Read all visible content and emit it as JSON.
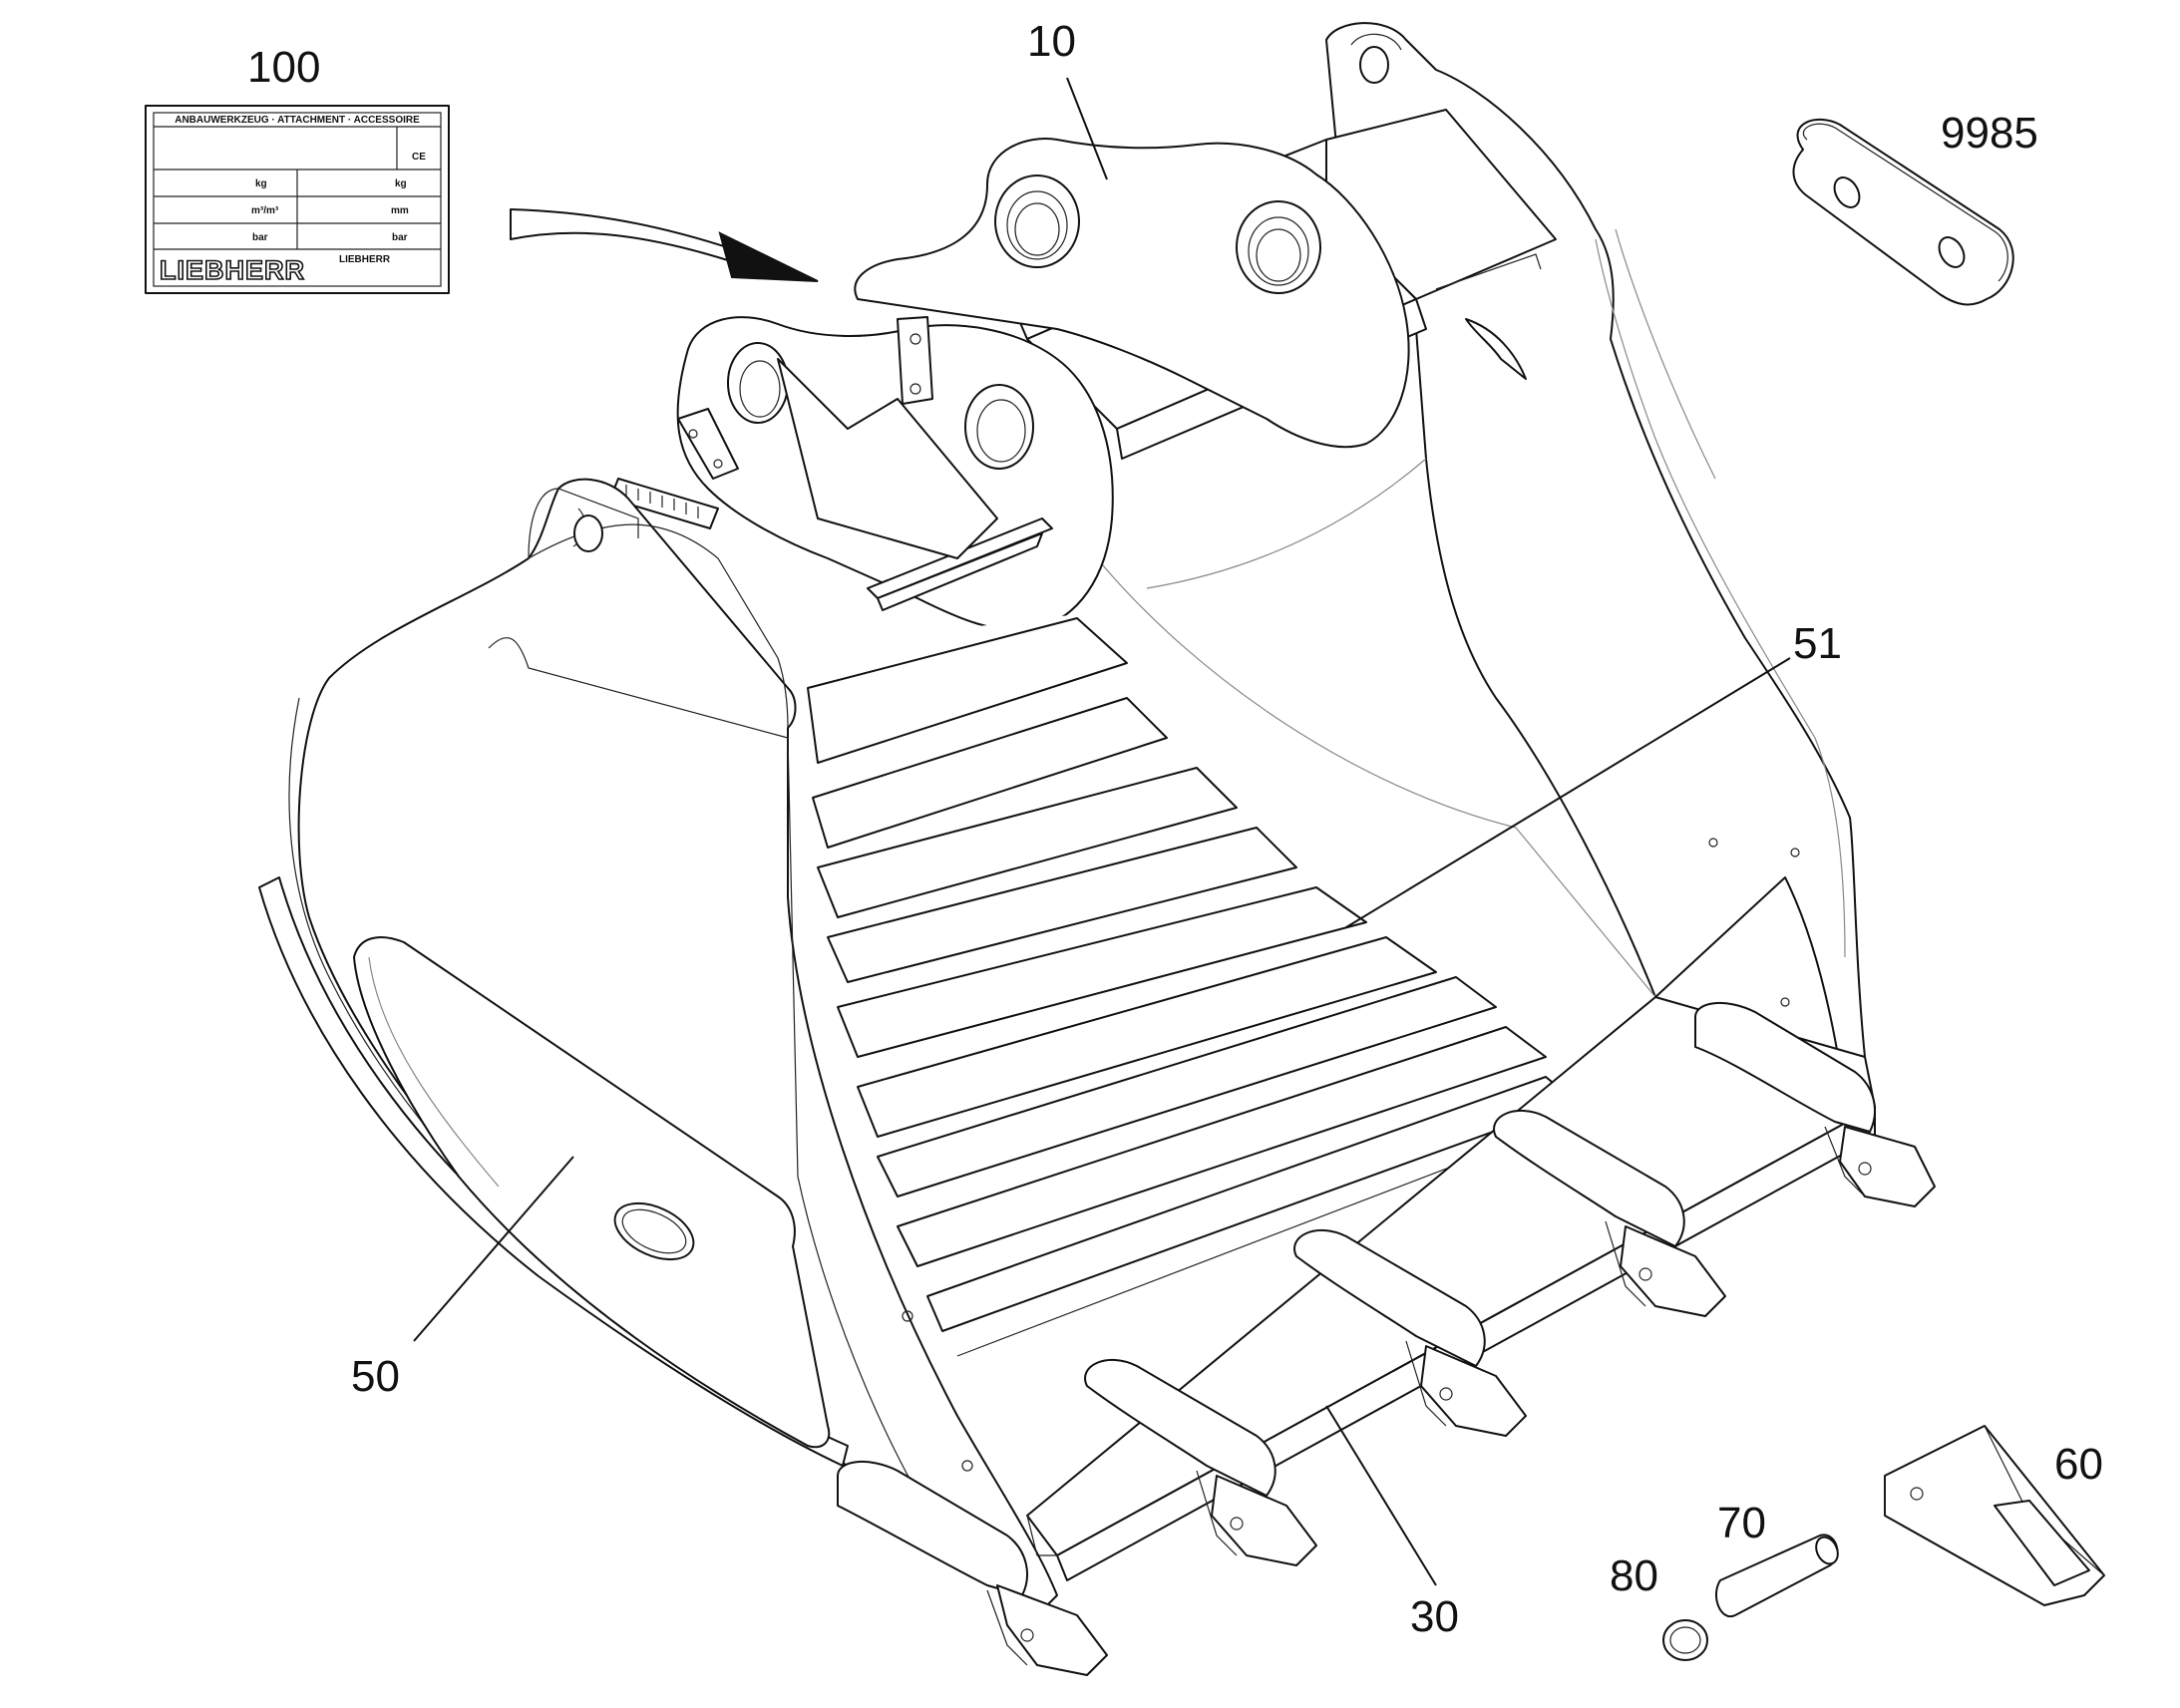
{
  "callouts": {
    "c100": "100",
    "c10": "10",
    "c9985": "9985",
    "c51": "51",
    "c50": "50",
    "c30": "30",
    "c60": "60",
    "c70": "70",
    "c80": "80"
  },
  "plate": {
    "header": "ANBAUWERKZEUG · ATTACHMENT · ACCESSOIRE",
    "ce_mark": "CE",
    "row1_left": "kg",
    "row1_right": "kg",
    "row2_left": "m³/m³",
    "row2_right": "mm",
    "row3_left": "bar",
    "row3_right": "bar",
    "brand": "LIEBHERR",
    "brand_small": "LIEBHERR"
  }
}
